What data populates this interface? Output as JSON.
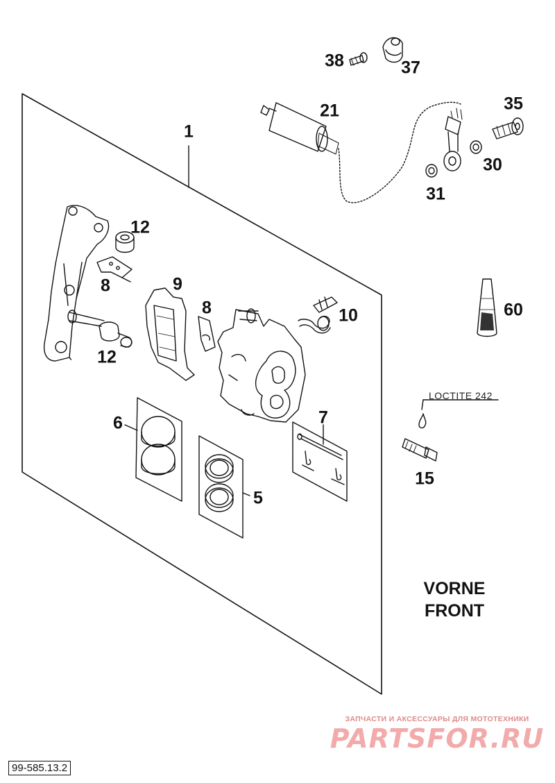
{
  "callouts": {
    "c1": "1",
    "c5": "5",
    "c6": "6",
    "c7": "7",
    "c8a": "8",
    "c8b": "8",
    "c9": "9",
    "c10": "10",
    "c12a": "12",
    "c12b": "12",
    "c15": "15",
    "c21": "21",
    "c30": "30",
    "c31": "31",
    "c35": "35",
    "c37": "37",
    "c38": "38",
    "c60": "60"
  },
  "labels": {
    "side_line1": "VORNE",
    "side_line2": "FRONT",
    "loctite": "LOCTITE 242",
    "drawing_number": "99-585.13.2"
  },
  "watermark": {
    "subtitle": "ЗАПЧАСТИ И АКСЕССУАРЫ ДЛЯ МОТОТЕХНИКИ",
    "logo": "PARTSFOR.RU"
  },
  "colors": {
    "line": "#111111",
    "watermark": "#f2aaaa"
  }
}
